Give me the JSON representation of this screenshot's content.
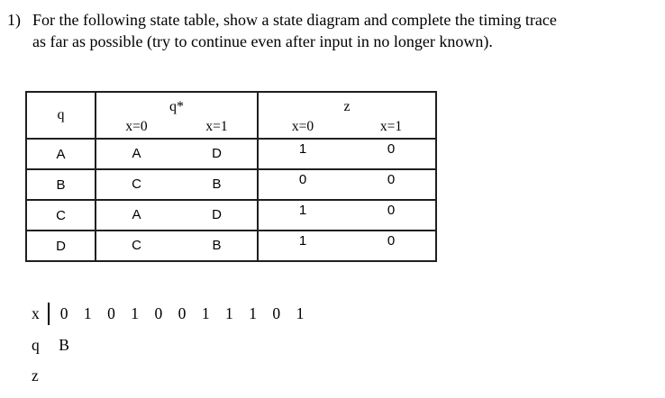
{
  "problem": {
    "number": "1)",
    "line1": "For the following state table, show a state diagram and complete the timing trace",
    "line2": "as far as possible (try to continue even after input in no longer known)."
  },
  "state_table": {
    "col_q_header": "q",
    "group_headers": {
      "next_state": "q*",
      "output": "z"
    },
    "sub_headers": {
      "x0": "x=0",
      "x1": "x=1"
    },
    "rows": [
      {
        "q": "A",
        "next_x0": "A",
        "next_x1": "D",
        "z_x0": "1",
        "z_x1": "0"
      },
      {
        "q": "B",
        "next_x0": "C",
        "next_x1": "B",
        "z_x0": "0",
        "z_x1": "0"
      },
      {
        "q": "C",
        "next_x0": "A",
        "next_x1": "D",
        "z_x0": "1",
        "z_x1": "0"
      },
      {
        "q": "D",
        "next_x0": "C",
        "next_x1": "B",
        "z_x0": "1",
        "z_x1": "0"
      }
    ]
  },
  "timing_trace": {
    "x_label": "x",
    "x_values": [
      "0",
      "1",
      "0",
      "1",
      "0",
      "0",
      "1",
      "1",
      "1",
      "0",
      "1"
    ],
    "q_label": "q",
    "q_value": "B",
    "z_label": "z"
  },
  "colors": {
    "text": "#000000",
    "border": "#1f1f1f",
    "background": "#ffffff"
  }
}
